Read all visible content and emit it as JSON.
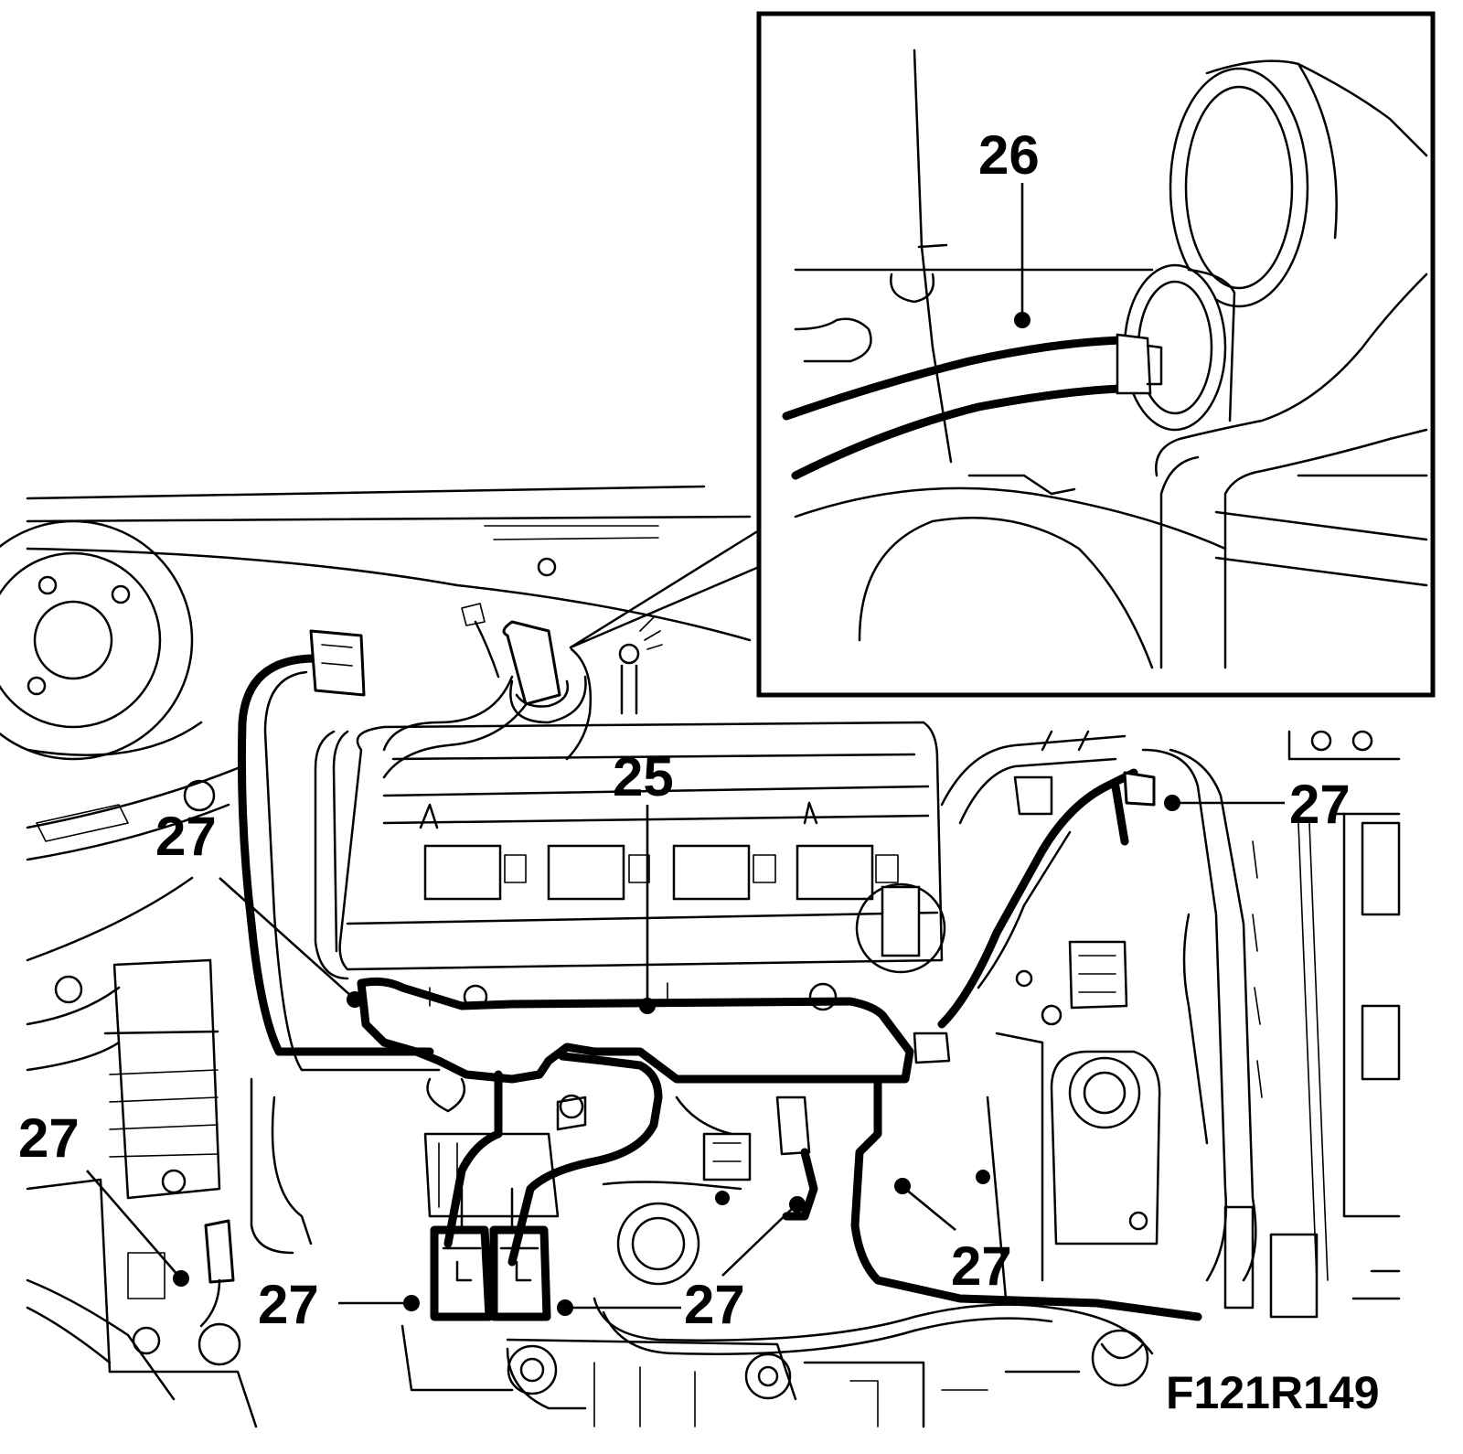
{
  "figure": {
    "code": "F121R149"
  },
  "callouts": {
    "c25": "25",
    "c26": "26",
    "c27": "27"
  },
  "colors": {
    "line": "#000000",
    "background": "#ffffff"
  }
}
